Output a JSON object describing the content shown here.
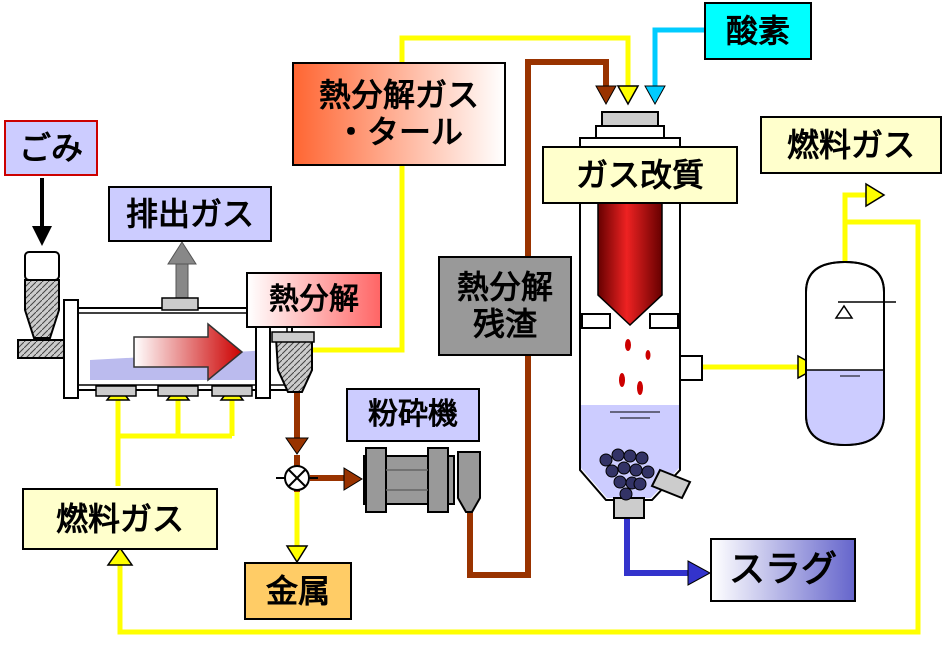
{
  "labels": {
    "gomi": "ごみ",
    "exhaust_gas": "排出ガス",
    "pyrolysis": "熱分解",
    "pyro_gas_line1": "熱分解ガス",
    "pyro_gas_line2": "・タール",
    "oxygen": "酸素",
    "gas_reforming": "ガス改質",
    "fuel_gas_top": "燃料ガス",
    "residue_line1": "熱分解",
    "residue_line2": "残渣",
    "crusher": "粉砕機",
    "fuel_gas_bottom": "燃料ガス",
    "metal": "金属",
    "slag": "スラグ"
  },
  "colors": {
    "yellow_line": "#ffff00",
    "brown_line": "#993300",
    "blue_line": "#3333cc",
    "cyan_line": "#00ccff",
    "box_yellow": "#ffffcc",
    "box_lavender": "#ccccff",
    "box_cyan": "#00ffff",
    "box_gold": "#ffcc66",
    "box_grey": "#999999",
    "furnace_red": "#cc0000",
    "equipment_grey": "#999999"
  }
}
